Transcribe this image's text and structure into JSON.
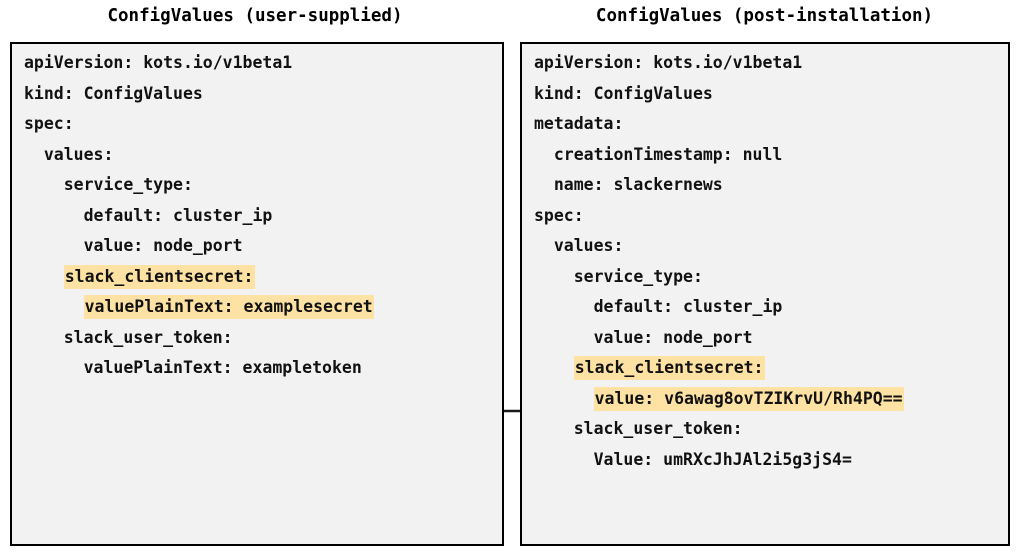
{
  "diagram": {
    "type": "flow-annotation",
    "description": "Two YAML ConfigValues documents side by side with an arrow linking the user-supplied plaintext secret to the post-installation encrypted value.",
    "accent_highlight_color": "#fde2a4",
    "box_background_color": "#f2f2f2",
    "box_border_color": "#000000",
    "connector_color": "#1a1a1a"
  },
  "panels": [
    {
      "id": "user-supplied",
      "title": "ConfigValues (user-supplied)",
      "lines": [
        {
          "text": "apiVersion: kots.io/v1beta1",
          "highlighted": false
        },
        {
          "text": "kind: ConfigValues",
          "highlighted": false
        },
        {
          "text": "spec:",
          "highlighted": false
        },
        {
          "text": "  values:",
          "highlighted": false
        },
        {
          "text": "    service_type:",
          "highlighted": false
        },
        {
          "text": "      default: cluster_ip",
          "highlighted": false
        },
        {
          "text": "      value: node_port",
          "highlighted": false
        },
        {
          "text": "    slack_clientsecret:",
          "highlighted": true,
          "indent": 4
        },
        {
          "text": "      valuePlainText: examplesecret",
          "highlighted": true,
          "indent": 6
        },
        {
          "text": "    slack_user_token:",
          "highlighted": false
        },
        {
          "text": "      valuePlainText: exampletoken",
          "highlighted": false
        }
      ]
    },
    {
      "id": "post-installation",
      "title": "ConfigValues (post-installation)",
      "lines": [
        {
          "text": "apiVersion: kots.io/v1beta1",
          "highlighted": false
        },
        {
          "text": "kind: ConfigValues",
          "highlighted": false
        },
        {
          "text": "metadata:",
          "highlighted": false
        },
        {
          "text": "  creationTimestamp: null",
          "highlighted": false
        },
        {
          "text": "  name: slackernews",
          "highlighted": false
        },
        {
          "text": "spec:",
          "highlighted": false
        },
        {
          "text": "  values:",
          "highlighted": false
        },
        {
          "text": "    service_type:",
          "highlighted": false
        },
        {
          "text": "      default: cluster_ip",
          "highlighted": false
        },
        {
          "text": "      value: node_port",
          "highlighted": false
        },
        {
          "text": "    slack_clientsecret:",
          "highlighted": true,
          "indent": 4
        },
        {
          "text": "      value: v6awag8ovTZIKrvU/Rh4PQ==",
          "highlighted": true,
          "indent": 6
        },
        {
          "text": "    slack_user_token:",
          "highlighted": false
        },
        {
          "text": "      Value: umRXcJhJAl2i5g3jS4=",
          "highlighted": false
        }
      ]
    }
  ]
}
